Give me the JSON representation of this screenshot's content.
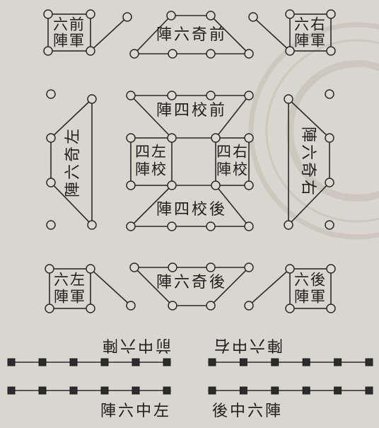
{
  "page": {
    "background": "#d9d6cf",
    "ink": "#262626"
  },
  "formations": {
    "front_army": {
      "rows": [
        "六前",
        "陣軍"
      ]
    },
    "right_army": {
      "rows": [
        "六右",
        "陣軍"
      ]
    },
    "left_army": {
      "rows": [
        "六左",
        "陣軍"
      ]
    },
    "rear_army": {
      "rows": [
        "六後",
        "陣軍"
      ]
    },
    "front_qi": "陣六奇前",
    "rear_qi": "陣六奇後",
    "left_qi": "陣六奇左",
    "right_qi": "陣六奇右",
    "front_xiao": "陣四校前",
    "rear_xiao": "陣四校後",
    "left_xiao": {
      "rows": [
        "四左",
        "陣校"
      ]
    },
    "right_xiao": {
      "rows": [
        "四右",
        "陣校"
      ]
    }
  },
  "chains": [
    {
      "label": "前中六陣",
      "squares": 6
    },
    {
      "label": "陣六中右",
      "squares": 6
    },
    {
      "label": "陣六中左",
      "squares": 6
    },
    {
      "label": "後中六陣",
      "squares": 6
    }
  ]
}
